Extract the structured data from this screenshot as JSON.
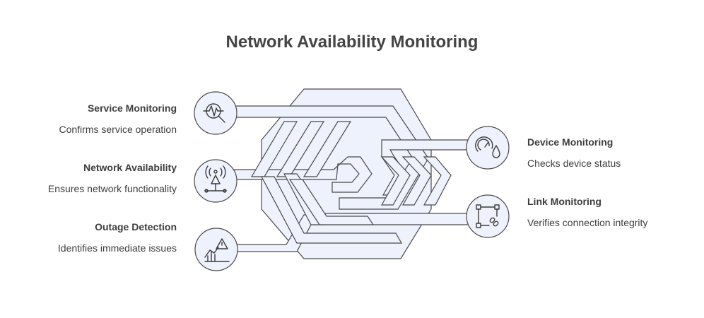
{
  "title": "Network Availability Monitoring",
  "colors": {
    "fill": "#eef2fd",
    "stroke": "#4a4a4a",
    "text": "#3d3d3d"
  },
  "nodes": [
    {
      "id": "service",
      "name": "Service Monitoring",
      "description": "Confirms service operation",
      "icon": "heartbeat-magnifier-icon"
    },
    {
      "id": "network",
      "name": "Network Availability",
      "description": "Ensures network functionality",
      "icon": "antenna-network-icon"
    },
    {
      "id": "outage",
      "name": "Outage Detection",
      "description": "Identifies immediate issues",
      "icon": "warning-chart-icon"
    },
    {
      "id": "device",
      "name": "Device Monitoring",
      "description": "Checks device status",
      "icon": "gauge-drop-icon"
    },
    {
      "id": "link",
      "name": "Link Monitoring",
      "description": "Verifies connection integrity",
      "icon": "link-nodes-icon"
    }
  ]
}
